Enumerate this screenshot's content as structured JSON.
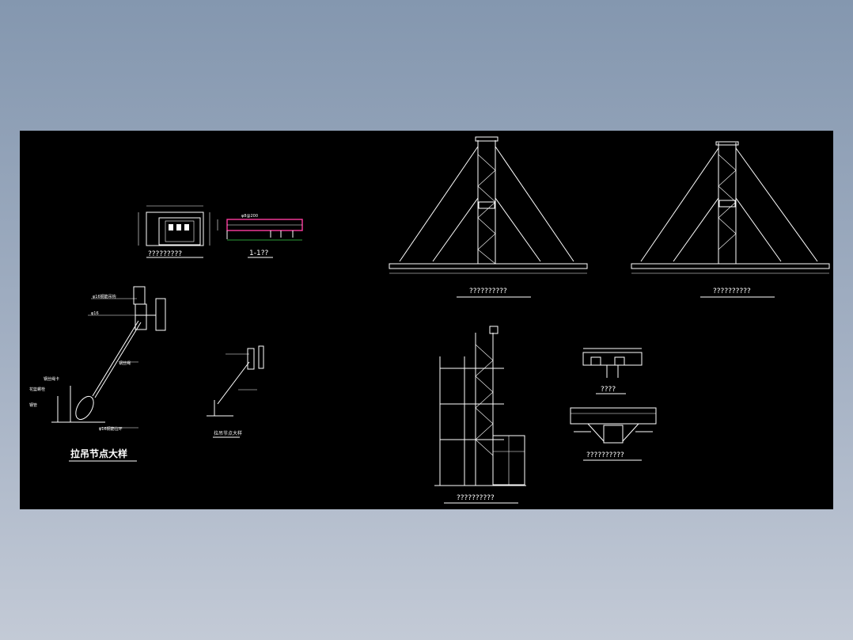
{
  "drawing": {
    "background": "#000000",
    "accent_colors": {
      "rebar": "#ff3ca0",
      "dimension": "#39d14a",
      "hatch": "#ffffff"
    }
  },
  "captions": {
    "foundation_plan": "?????????",
    "section_label": "1-1??",
    "elevation_left": "??????????",
    "elevation_right": "??????????",
    "hoist_node_detail": "拉吊节点大样",
    "small_node_detail": "拉吊节点大样",
    "building_elevation": "??????????",
    "clamp_detail": "????",
    "bottom_detail": "??????????"
  }
}
